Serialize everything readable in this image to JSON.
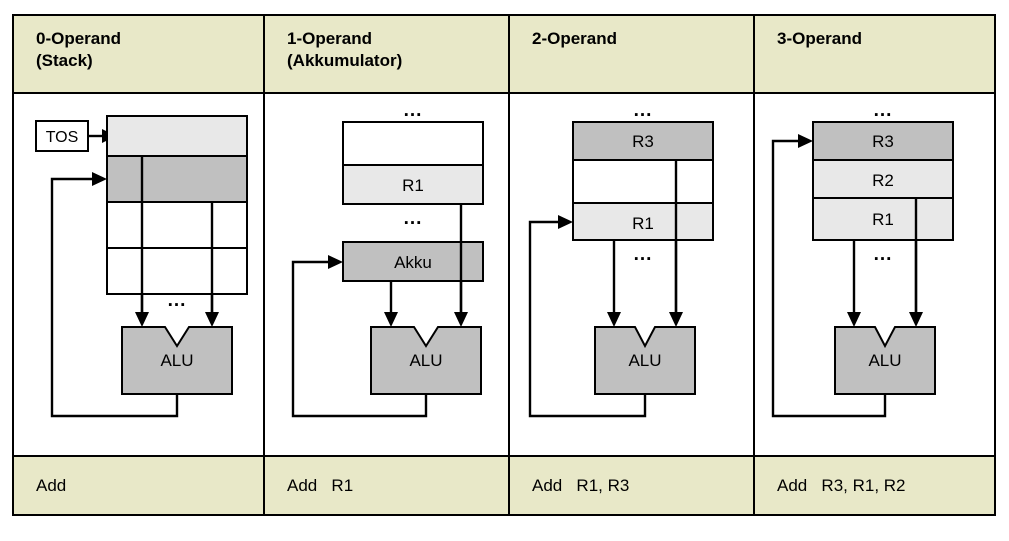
{
  "diagram": {
    "title_row": [
      {
        "id": "col0",
        "line1": "0-Operand",
        "line2": "(Stack)",
        "label": "0-Operand\n(Stack)"
      },
      {
        "id": "col1",
        "line1": "1-Operand",
        "line2": "(Akkumulator)",
        "label": "1-Operand\n(Akkumulator)"
      },
      {
        "id": "col2",
        "line1": "2-Operand",
        "line2": "",
        "label": "2-Operand"
      },
      {
        "id": "col3",
        "line1": "3-Operand",
        "line2": "",
        "label": "3-Operand"
      }
    ],
    "instruction_row": [
      {
        "id": "col0",
        "text": "Add"
      },
      {
        "id": "col1",
        "text": "Add   R1"
      },
      {
        "id": "col2",
        "text": "Add   R1, R3"
      },
      {
        "id": "col3",
        "text": "Add   R3, R1, R2"
      }
    ],
    "columns": [
      {
        "id": "col0",
        "kind": "stack",
        "pointer_label": "TOS",
        "alu_label": "ALU",
        "ellipsis": "...",
        "cells": [
          {
            "label": "",
            "shade": "light"
          },
          {
            "label": "",
            "shade": "dark"
          },
          {
            "label": "",
            "shade": "white"
          },
          {
            "label": "",
            "shade": "white"
          }
        ]
      },
      {
        "id": "col1",
        "kind": "accumulator",
        "alu_label": "ALU",
        "accumulator_label": "Akku",
        "ellipsis": "...",
        "cells": [
          {
            "label": "",
            "shade": "white"
          },
          {
            "label": "R1",
            "shade": "light"
          }
        ]
      },
      {
        "id": "col2",
        "kind": "register",
        "alu_label": "ALU",
        "ellipsis": "...",
        "cells": [
          {
            "label": "R3",
            "shade": "dark"
          },
          {
            "label": "",
            "shade": "white"
          },
          {
            "label": "R1",
            "shade": "light"
          }
        ]
      },
      {
        "id": "col3",
        "kind": "register",
        "alu_label": "ALU",
        "ellipsis": "...",
        "cells": [
          {
            "label": "R3",
            "shade": "dark"
          },
          {
            "label": "R2",
            "shade": "light"
          },
          {
            "label": "R1",
            "shade": "light"
          }
        ]
      }
    ],
    "colors": {
      "header_bg": "#e8e8c8",
      "shade_white": "#ffffff",
      "shade_light": "#e8e8e8",
      "shade_dark": "#c0c0c0",
      "alu_fill": "#c0c0c0",
      "stroke": "#000000"
    }
  }
}
